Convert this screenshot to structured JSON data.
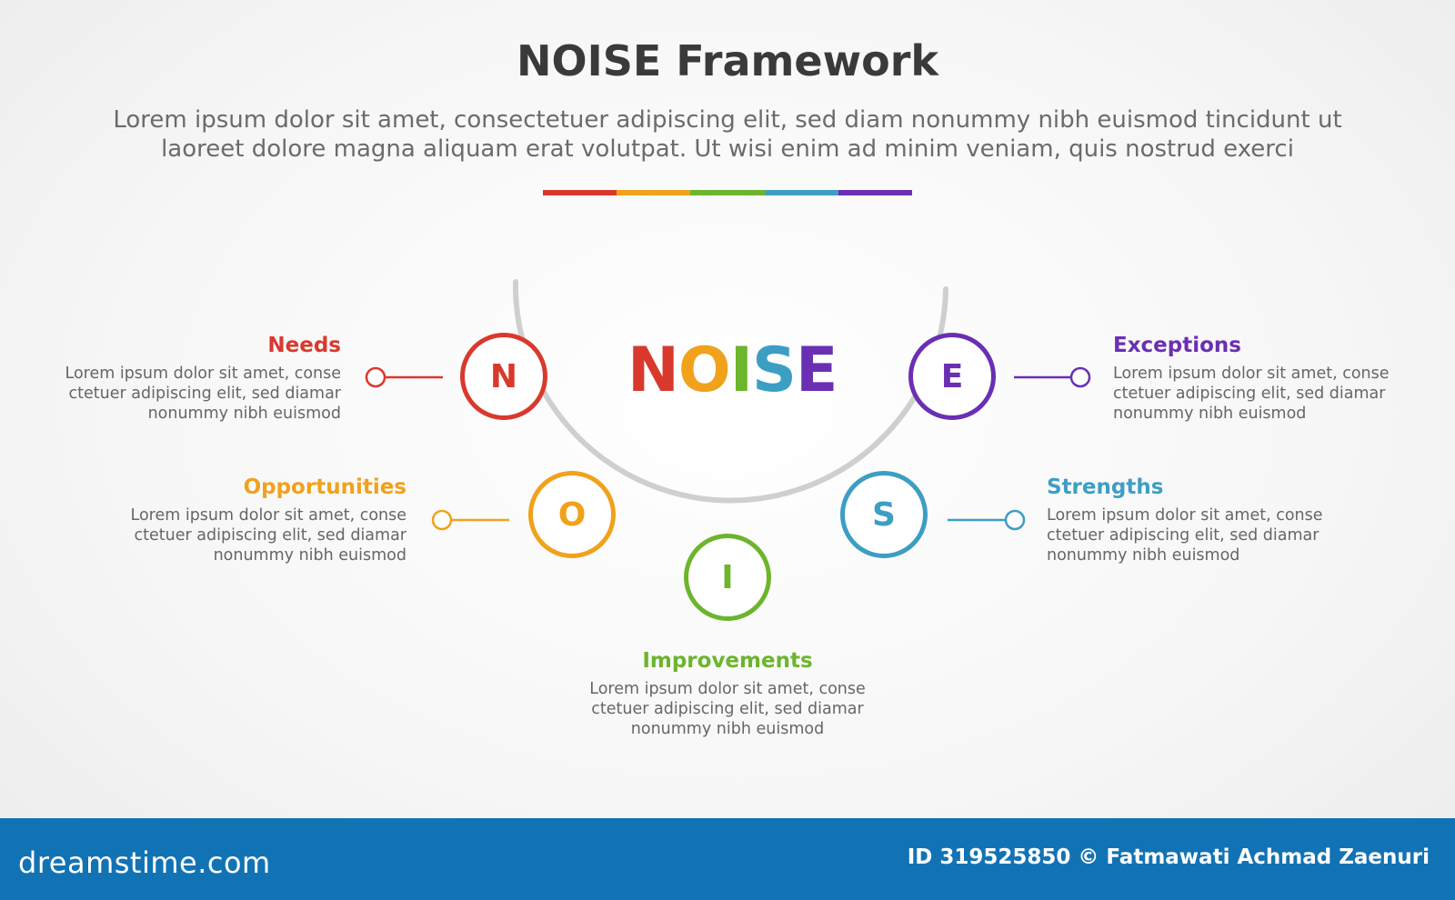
{
  "header": {
    "title": "NOISE Framework",
    "subtitle": "Lorem ipsum dolor sit amet, consectetuer adipiscing elit, sed diam nonummy nibh euismod tincidunt ut laoreet dolore magna aliquam erat volutpat. Ut wisi enim ad minim veniam, quis nostrud exerci"
  },
  "colors": {
    "red": "#d9392d",
    "orange": "#f0a21c",
    "green": "#6cb52d",
    "blue": "#3d9ec4",
    "purple": "#6a2fb2",
    "arc": "#cfcfcf"
  },
  "center_word": {
    "letters": [
      "N",
      "O",
      "I",
      "S",
      "E"
    ]
  },
  "items": {
    "needs": {
      "letter": "N",
      "title": "Needs",
      "desc": "Lorem ipsum dolor sit amet, conse ctetuer adipiscing elit, sed diamar nonummy nibh euismod"
    },
    "opportunities": {
      "letter": "O",
      "title": "Opportunities",
      "desc": "Lorem ipsum dolor sit amet, conse ctetuer adipiscing elit, sed diamar nonummy nibh euismod"
    },
    "improvements": {
      "letter": "I",
      "title": "Improvements",
      "desc": "Lorem ipsum dolor sit amet, conse ctetuer adipiscing elit, sed diamar nonummy nibh euismod"
    },
    "strengths": {
      "letter": "S",
      "title": "Strengths",
      "desc": "Lorem ipsum dolor sit amet, conse ctetuer adipiscing elit, sed diamar nonummy nibh euismod"
    },
    "exceptions": {
      "letter": "E",
      "title": "Exceptions",
      "desc": "Lorem ipsum dolor sit amet, conse ctetuer adipiscing elit, sed diamar nonummy nibh euismod"
    }
  },
  "footer": {
    "logo": "dreamstime.com",
    "credit": "ID 319525850 © Fatmawati  Achmad Zaenuri"
  }
}
